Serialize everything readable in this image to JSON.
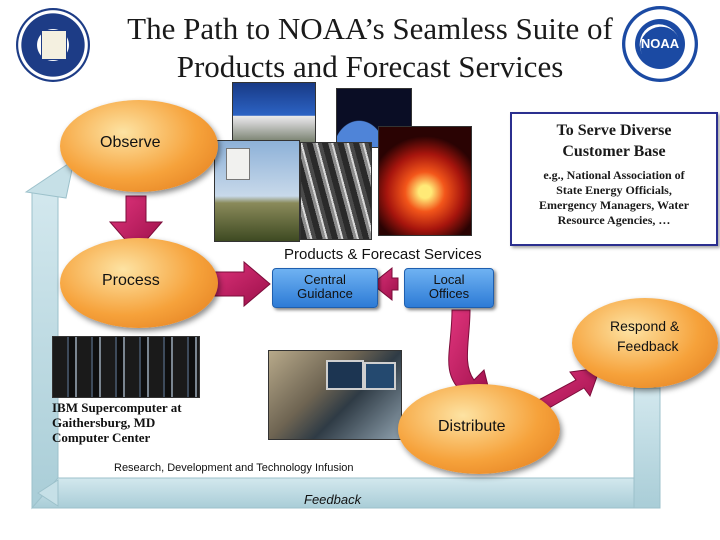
{
  "title": {
    "line1": "The Path to NOAA’s Seamless Suite of",
    "line2": "Products and Forecast Services"
  },
  "logos": {
    "left": "commerce-seal-icon",
    "right_text": "NOAA"
  },
  "stages": {
    "observe": "Observe",
    "process": "Process",
    "distribute": "Distribute",
    "respond_line1": "Respond &",
    "respond_line2": "Feedback"
  },
  "customer_box": {
    "heading_line1": "To Serve Diverse",
    "heading_line2": "Customer Base",
    "examples_line1": "e.g., National Association of",
    "examples_line2": "State Energy Officials,",
    "examples_line3": "Emergency Managers, Water",
    "examples_line4": "Resource Agencies, …"
  },
  "products": {
    "heading": "Products & Forecast Services",
    "central_line1": "Central",
    "central_line2": "Guidance",
    "local_line1": "Local",
    "local_line2": "Offices"
  },
  "supercomputer_caption": {
    "line1": "IBM Supercomputer at",
    "line2": "Gaithersburg, MD",
    "line3": "Computer Center"
  },
  "feedback_loop": {
    "research_label": "Research, Development and Technology Infusion",
    "feedback_label": "Feedback"
  },
  "colors": {
    "arrow_magenta": "#c0175f",
    "ellipse_orange": "#f6a23b",
    "banner_blue": "#3d8be0",
    "loop_teal": "#bcd9e0",
    "box_border": "#2b2f8f"
  }
}
